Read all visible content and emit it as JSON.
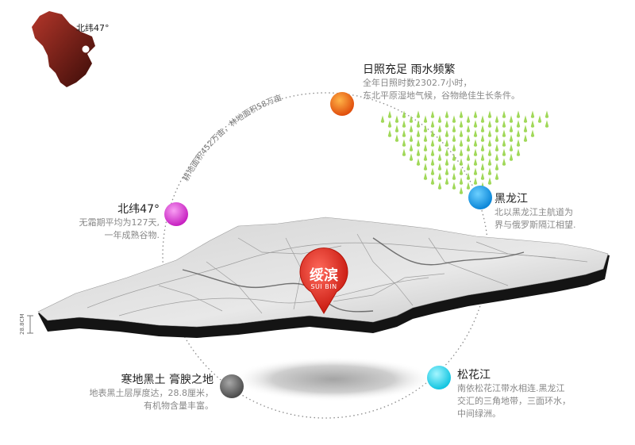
{
  "inset": {
    "label": "北纬47°"
  },
  "arc_text": "耕地面积452万亩，林地面积58万亩",
  "scale_label": "28.8CM",
  "city": {
    "name_cn": "绥滨",
    "name_en": "SUI BIN"
  },
  "points": [
    {
      "title": "日照充足 雨水频繁",
      "lines": [
        "全年日照时数2302.7小时，",
        "东北平原湿地气候，谷物绝佳生长条件。"
      ]
    },
    {
      "title": "黑龙江",
      "lines": [
        "北以黑龙江主航道为",
        "界与俄罗斯隔江相望."
      ]
    },
    {
      "title": "北纬47°",
      "lines": [
        "无霜期平均为127天,",
        "一年成熟谷物."
      ]
    },
    {
      "title": "寒地黑土 膏腴之地",
      "lines": [
        "地表黑土层厚度达，28.8厘米，",
        "有机物含量丰富。"
      ]
    },
    {
      "title": "松花江",
      "lines": [
        "南依松花江带水相连.黑龙江",
        "交汇的三角地带，三面环水，",
        "中间绿洲。"
      ]
    }
  ],
  "colors": {
    "sun": "#f26a1b",
    "heilongjiang": "#1aa3ef",
    "lat47": "#e03ed8",
    "blacksoil": "#6d6d6d",
    "songhua": "#2fd6ee",
    "pin": "#e6322c",
    "rain": "#8fd13b",
    "province": "#7a1e16"
  },
  "icons": [
    "province-map-icon",
    "rain-icon",
    "location-pin-icon"
  ]
}
